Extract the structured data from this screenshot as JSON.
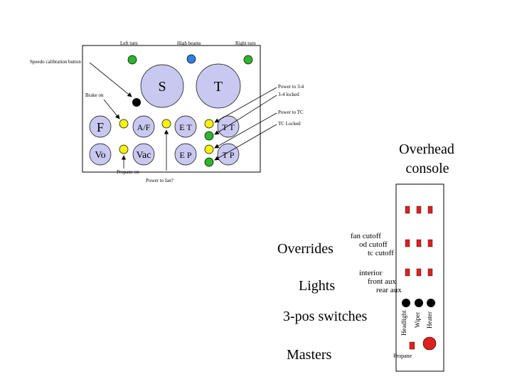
{
  "dashboard": {
    "top_labels": {
      "left_turn": "Left turn",
      "high_beams": "High beams",
      "right_turn": "Right turn"
    },
    "gauges": {
      "speedo": "S",
      "tach": "T"
    },
    "small_gauges": [
      "F",
      "A/F",
      "E T",
      "T T",
      "Vo",
      "Vac",
      "E P",
      "T P"
    ],
    "callouts": {
      "speedo_cal": "Speedo calibration button",
      "brake": "Brake on",
      "propane": "Propane on",
      "fan": "Power to fan?",
      "p34": "Power to 3-4",
      "l34": "3-4 locked",
      "ptc": "Power to TC",
      "ltc": "TC Locked"
    }
  },
  "overhead": {
    "title_line1": "Overhead",
    "title_line2": "console",
    "sections": {
      "overrides": "Overrides",
      "lights": "Lights",
      "three_pos": "3-pos switches",
      "masters": "Masters"
    },
    "overrides": [
      "fan cutoff",
      "od cutoff",
      "tc cutoff"
    ],
    "lights": [
      "interior",
      "front aux",
      "rear aux"
    ],
    "switches": [
      "Headlight",
      "Wiper",
      "Heater"
    ],
    "master": "Propane"
  },
  "colors": {
    "green": "#2db52d",
    "blue": "#2f7fe0",
    "yellow": "#f7f20c",
    "gauge": "#c8c8f0",
    "red": "#e02020"
  }
}
